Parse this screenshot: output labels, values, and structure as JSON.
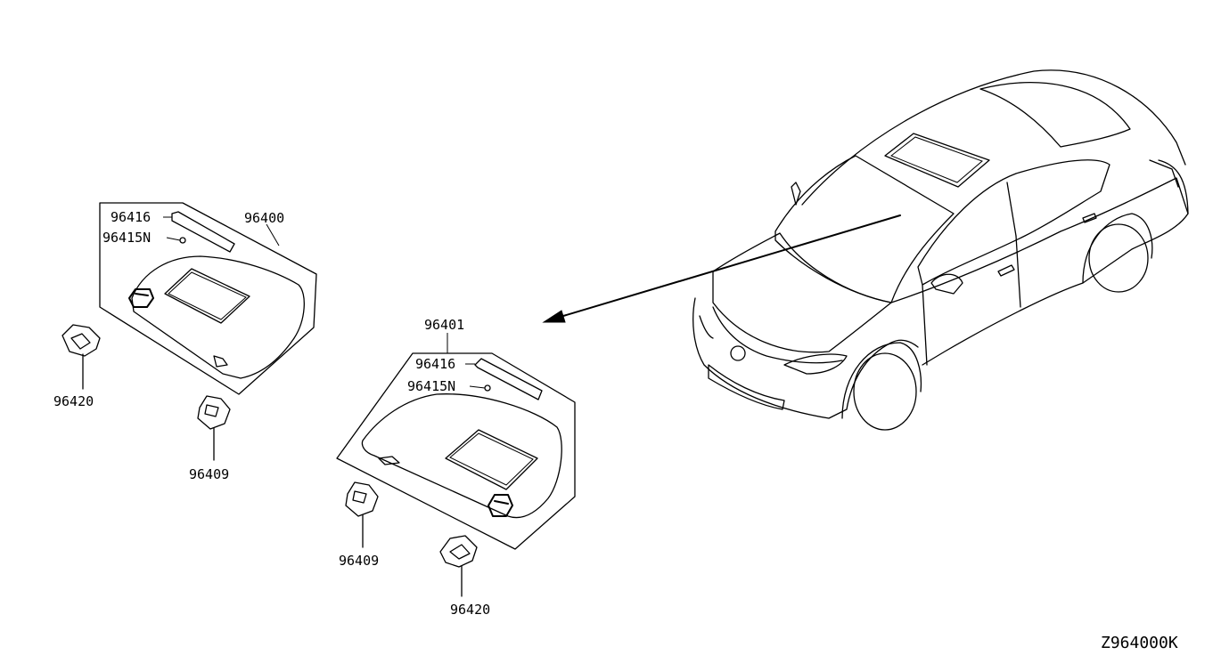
{
  "diagram_code": "Z964000K",
  "labels": {
    "left_visor": "96400",
    "left_mirror_cover": "96416",
    "left_lamp": "96415N",
    "left_clip": "96420",
    "left_holder": "96409",
    "right_visor": "96401",
    "right_mirror_cover": "96416",
    "right_lamp": "96415N",
    "right_holder": "96409",
    "right_clip": "96420"
  }
}
